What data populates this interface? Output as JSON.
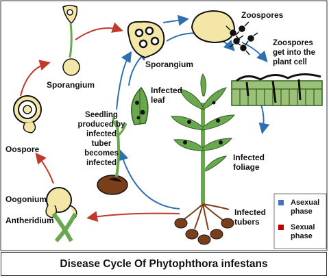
{
  "diagram": {
    "title": "Disease Cycle Of Phytophthora infestans",
    "labels": {
      "zoospores": "Zoospores",
      "zoospores_entry_line1": "Zoospores",
      "zoospores_entry_line2": "get into the",
      "zoospores_entry_line3": "plant cell",
      "sporangium_main": "Sporangium",
      "sporangium_left": "Sporangium",
      "infected_leaf_line1": "Infected",
      "infected_leaf_line2": "leaf",
      "seedling_line1": "Seedling",
      "seedling_line2": "produced by",
      "seedling_line3": "infected",
      "seedling_line4": "tuber",
      "seedling_line5": "becomes",
      "seedling_line6": "infected",
      "oospore": "Oospore",
      "oogonium": "Oogonium",
      "antheridium": "Antheridium",
      "infected_foliage_line1": "Infected",
      "infected_foliage_line2": "foliage",
      "infected_tubers_line1": "Infected",
      "infected_tubers_line2": "tubers"
    },
    "legend": {
      "asexual_line1": "Asexual",
      "asexual_line2": "phase",
      "sexual_line1": "Sexual",
      "sexual_line2": "phase"
    },
    "colors": {
      "asexual_arrow": "#2e6fb0",
      "sexual_arrow": "#c0392b",
      "legend_asexual": "#4472c4",
      "legend_sexual": "#c00000",
      "spore_fill": "#f3e6a6",
      "plant_green": "#6aa84f",
      "dark_green": "#38761d",
      "tuber_brown": "#7a3e1b"
    }
  }
}
